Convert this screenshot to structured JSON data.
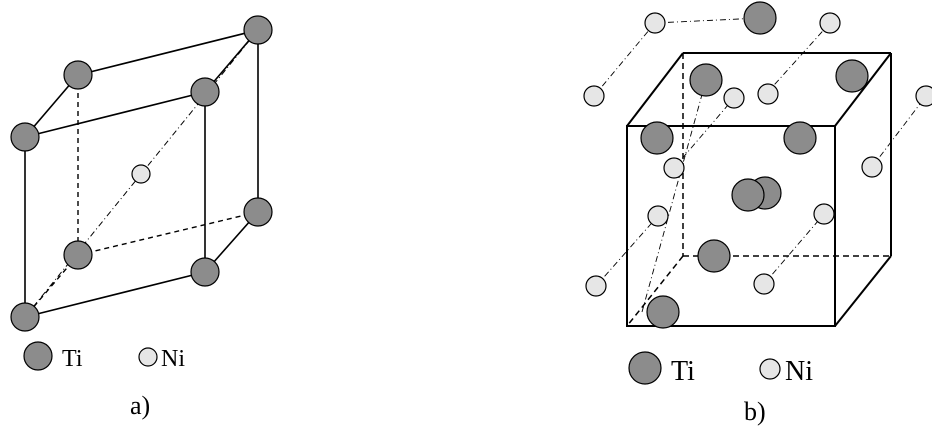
{
  "figure": {
    "panel_a": {
      "caption": "a)",
      "legend": [
        {
          "symbol": "ti-atom",
          "label": "Ti"
        },
        {
          "symbol": "ni-atom",
          "label": "Ni"
        }
      ]
    },
    "panel_b": {
      "caption": "b)",
      "legend": [
        {
          "symbol": "ti-atom",
          "label": "Ti"
        },
        {
          "symbol": "ni-atom",
          "label": "Ni"
        }
      ]
    }
  },
  "colors": {
    "ti_fill": "#8c8c8c",
    "ni_fill": "#e6e6e6",
    "outline": "#000000",
    "background": "#ffffff"
  }
}
